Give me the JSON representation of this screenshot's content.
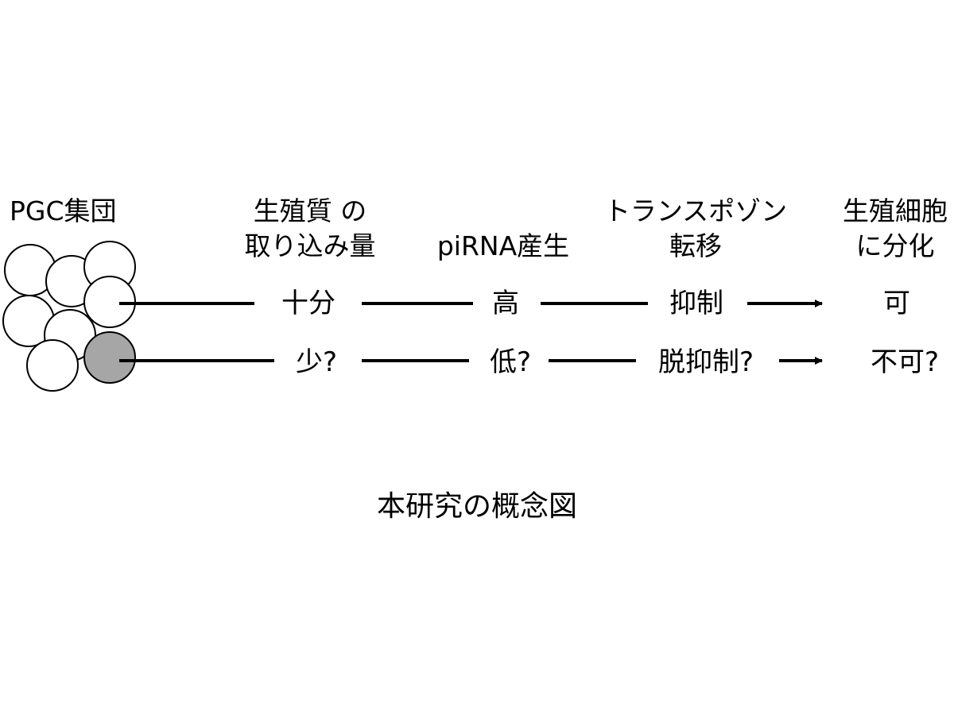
{
  "colors": {
    "line": "#000000",
    "cell_fill": "#ffffff",
    "highlight_cell_fill": "#a6a6a6",
    "background": "#ffffff"
  },
  "headers": {
    "pgc": "PGC集団",
    "uptake_line1": "生殖質 の",
    "uptake_line2": "取り込み量",
    "pirna": "piRNA産生",
    "transposon_line1": "トランスポゾン",
    "transposon_line2": "転移",
    "diff_line1": "生殖細胞",
    "diff_line2": "に分化"
  },
  "rows": [
    {
      "uptake": "十分",
      "pirna": "高",
      "transposon": "抑制",
      "differentiation": "可"
    },
    {
      "uptake": "少?",
      "pirna": "低?",
      "transposon": "脱抑制?",
      "differentiation": "不可?"
    }
  ],
  "caption": "本研究の概念図"
}
